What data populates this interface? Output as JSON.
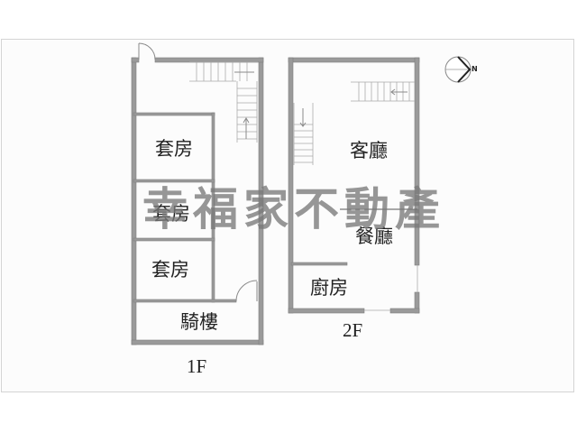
{
  "floorplan": {
    "watermark": "幸福家不動產",
    "compass": {
      "label": "N",
      "icon": "north-arrow-compass"
    },
    "floors": [
      {
        "name": "1F",
        "rooms": [
          {
            "label": "套房"
          },
          {
            "label": "套房"
          },
          {
            "label": "套房"
          },
          {
            "label": "騎樓"
          }
        ],
        "features": [
          "entry-door",
          "staircase-L",
          "inner-door"
        ]
      },
      {
        "name": "2F",
        "rooms": [
          {
            "label": "客廳"
          },
          {
            "label": "餐廳"
          },
          {
            "label": "廚房"
          }
        ],
        "features": [
          "staircase-upper",
          "staircase-lower",
          "opening-bottom",
          "opening-right"
        ]
      }
    ]
  },
  "colors": {
    "wall": "#9a9a9a",
    "wall_edge": "#7f7f7f",
    "background": "#fcfcfc",
    "frame": "#d4d4d4",
    "text": "#222222",
    "watermark": "#787878"
  }
}
